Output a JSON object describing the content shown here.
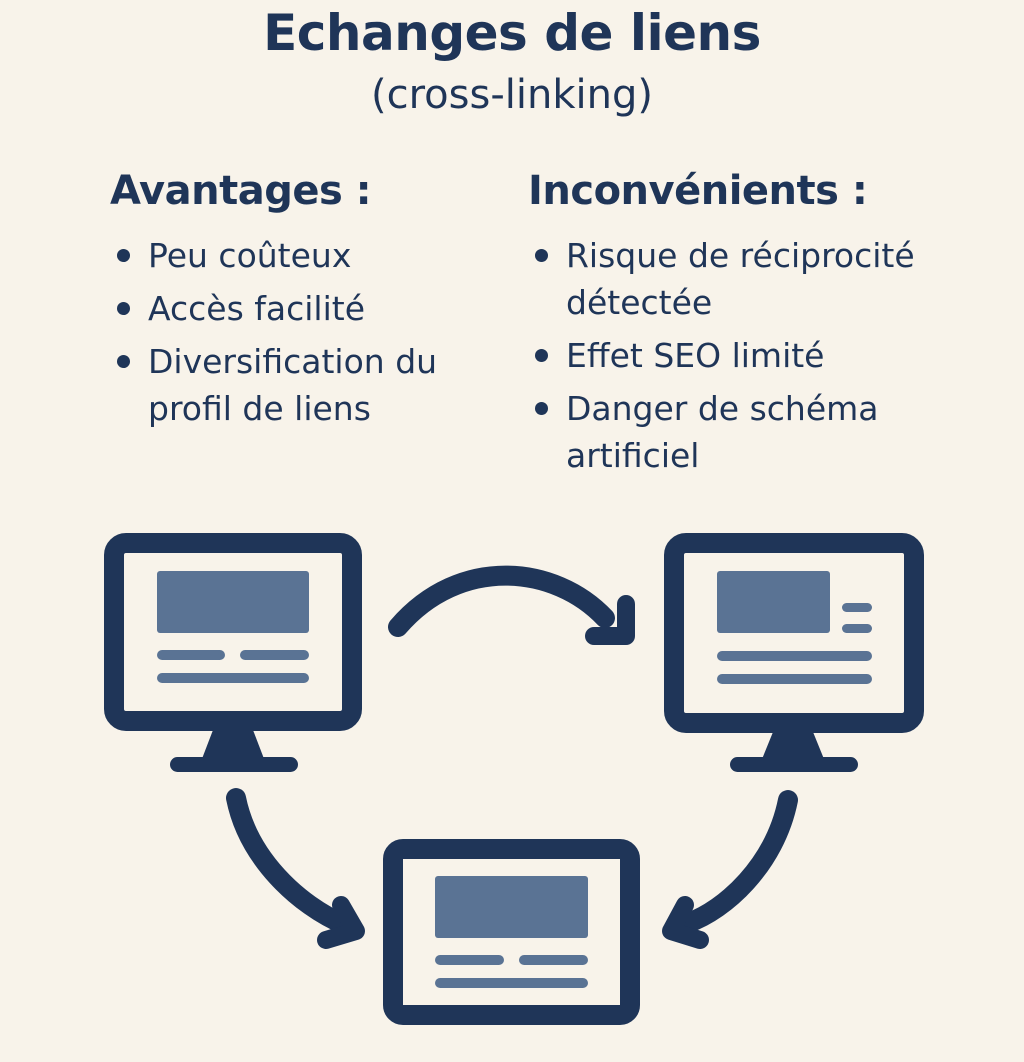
{
  "title": "Echanges de liens",
  "subtitle": "(cross-linking)",
  "advantages": {
    "heading": "Avantages :",
    "items": [
      "Peu coûteux",
      "Accès facilité",
      "Diversification du profil de liens"
    ]
  },
  "disadvantages": {
    "heading": "Inconvénients :",
    "items": [
      "Risque de réciprocité détectée",
      "Effet SEO limité",
      "Danger de schéma artificiel"
    ]
  },
  "colors": {
    "background": "#f8f3ea",
    "navy": "#1f3558",
    "block": "#5a7394"
  },
  "icons": [
    "monitor-icon",
    "arrow-icon"
  ]
}
